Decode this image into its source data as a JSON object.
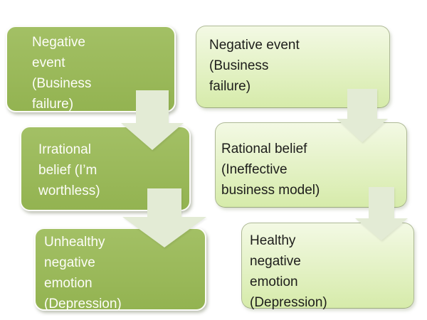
{
  "colors": {
    "page_bg": "#ffffff",
    "dark_box_top": "#a3c065",
    "dark_box_bottom": "#93b351",
    "dark_box_border": "#fcfcfa",
    "light_box_top": "#f3f9e4",
    "light_box_bottom": "#d6ebaa",
    "light_box_border": "#aeb996",
    "arrow_fill": "#e3ebd5",
    "text_light": "#fdfdf8",
    "text_dark": "#1d1d1b"
  },
  "boxes": {
    "left": [
      {
        "id": "negative-event-left",
        "text": "Negative\nevent\n(Business\nfailure)"
      },
      {
        "id": "irrational-belief",
        "text": "Irrational\nbelief (I’m\nworthless)"
      },
      {
        "id": "unhealthy-negative-emotion",
        "text": "Unhealthy\nnegative\nemotion\n(Depression)"
      }
    ],
    "right": [
      {
        "id": "negative-event-right",
        "text": "Negative event\n(Business\nfailure)"
      },
      {
        "id": "rational-belief",
        "text": "Rational belief\n(Ineffective\nbusiness model)"
      },
      {
        "id": "healthy-negative-emotion",
        "text": "Healthy\nnegative\nemotion\n(Depression)"
      }
    ]
  },
  "arrows": [
    {
      "column": "left",
      "from": "Negative event (Business failure)",
      "to": "Irrational belief (I’m worthless)"
    },
    {
      "column": "left",
      "from": "Irrational belief (I’m worthless)",
      "to": "Unhealthy negative emotion (Depression)"
    },
    {
      "column": "right",
      "from": "Negative event (Business failure)",
      "to": "Rational belief (Ineffective business model)"
    },
    {
      "column": "right",
      "from": "Rational belief (Ineffective business model)",
      "to": "Healthy negative emotion (Depression)"
    }
  ]
}
